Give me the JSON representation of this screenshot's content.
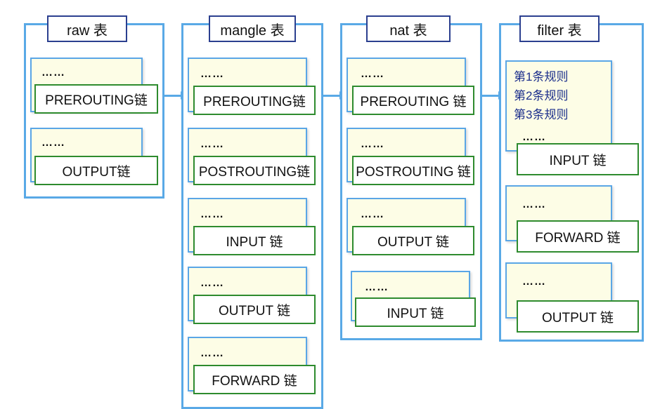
{
  "tables": [
    {
      "title": "raw 表",
      "groups": [
        {
          "dots": "……",
          "chain": "PREROUTING链"
        },
        {
          "dots": "……",
          "chain": "OUTPUT链"
        }
      ]
    },
    {
      "title": "mangle 表",
      "groups": [
        {
          "dots": "……",
          "chain": "PREROUTING链"
        },
        {
          "dots": "……",
          "chain": "POSTROUTING链"
        },
        {
          "dots": "……",
          "chain": "INPUT 链"
        },
        {
          "dots": "……",
          "chain": "OUTPUT 链"
        },
        {
          "dots": "……",
          "chain": "FORWARD 链"
        }
      ]
    },
    {
      "title": "nat 表",
      "groups": [
        {
          "dots": "……",
          "chain": "PREROUTING 链"
        },
        {
          "dots": "……",
          "chain": "POSTROUTING 链"
        },
        {
          "dots": "……",
          "chain": "OUTPUT 链"
        },
        {
          "dots": "……",
          "chain": "INPUT 链"
        }
      ]
    },
    {
      "title": "filter 表",
      "groups": [
        {
          "rules": [
            "第1条规则",
            "第2条规则",
            "第3条规则"
          ],
          "dots": "……",
          "chain": "INPUT 链"
        },
        {
          "dots": "……",
          "chain": "FORWARD 链"
        },
        {
          "dots": "……",
          "chain": "OUTPUT 链"
        }
      ]
    }
  ],
  "colors": {
    "table_border": "#59a9e6",
    "title_border": "#2b3f8f",
    "chain_border": "#2e8b2e",
    "rule_fill": "#fdfde6",
    "rule_text": "#1c2f8c"
  }
}
